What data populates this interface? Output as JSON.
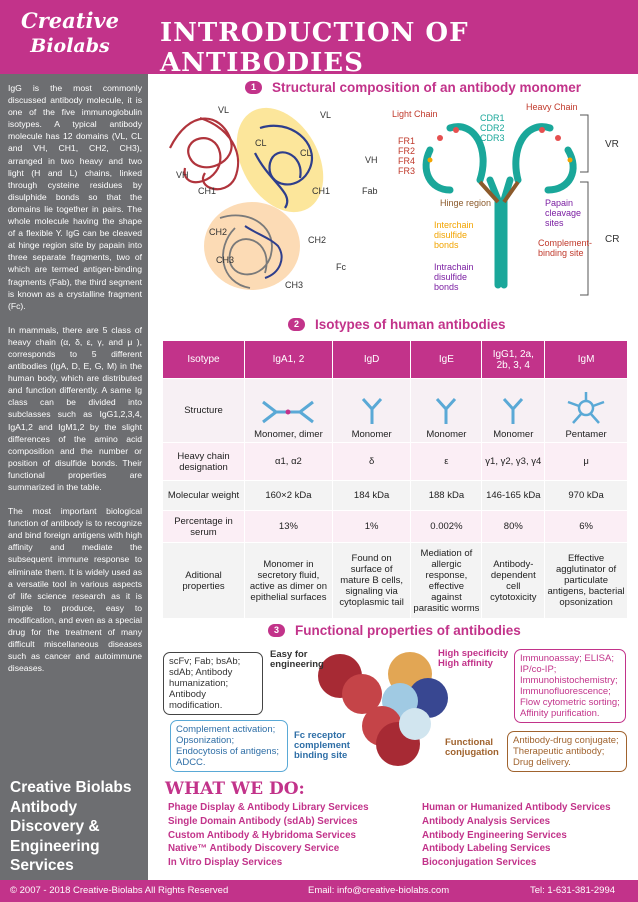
{
  "header": {
    "logo_line1": "Creative",
    "logo_line2": "Biolabs",
    "title": "INTRODUCTION OF ANTIBODIES"
  },
  "sidebar": {
    "paragraphs": [
      "IgG is the most commonly discussed antibody molecule, it is one of the five immunoglobulin isotypes. A typical antibody molecule has 12 domains (VL, CL and VH, CH1, CH2, CH3), arranged in two heavy and two light (H and L) chains, linked through cysteine residues by disulphide bonds so that the domains lie together in pairs. The whole molecule having the shape of a flexible Y. IgG can be cleaved at hinge region site by papain into three separate fragments, two of which are termed antigen-binding fragments (Fab), the third segment is known as a crystalline fragment (Fc).",
      "In mammals, there are 5 class of heavy chain (α, δ, ε, γ, and μ ), corresponds to 5 different antibodies (IgA, D, E, G, M) in the human body, which are distributed and function differently. A same Ig class can be divided into subclasses such as IgG1,2,3,4, IgA1,2 and IgM1,2 by the slight differences of the amino acid composition and the number or position of disulfide bonds. Their functional properties are summarized in the table.",
      "The most important biological function of antibody is to recognize and bind foreign antigens with high affinity and mediate the subsequent immune response to eliminate them. It is widely used as a versatile tool in various aspects of life science research as it is simple to produce, easy to modification, and even as a special drug for the treatment of many difficult miscellaneous diseases such as cancer and autoimmune diseases."
    ],
    "cta": "Creative Biolabs Antibody Discovery & Engineering Services"
  },
  "section1": {
    "number": "1",
    "title": "Structural composition of an antibody monomer",
    "labels": {
      "vl1": "VL",
      "vh1": "VH",
      "cl1": "CL",
      "ch1a": "CH1",
      "vl2": "VL",
      "vh2": "VH",
      "cl2": "CL",
      "ch1b": "CH1",
      "fab": "Fab",
      "ch2a": "CH2",
      "ch2b": "CH2",
      "ch3a": "CH3",
      "ch3b": "CH3",
      "fc": "Fc",
      "light_chain": "Light Chain",
      "heavy_chain": "Heavy Chain",
      "cdr1": "CDR1",
      "cdr2": "CDR2",
      "cdr3": "CDR3",
      "fr1": "FR1",
      "fr2": "FR2",
      "fr4": "FR4",
      "fr3": "FR3",
      "vr": "VR",
      "cr": "CR",
      "hinge": "Hinge region",
      "papain": "Papain cleavage sites",
      "interchain": "Interchain disulfide bonds",
      "complement": "Complement-binding site",
      "intrachain": "Intrachain disulfide bonds"
    }
  },
  "section2": {
    "number": "2",
    "title": "Isotypes of human antibodies",
    "headers": [
      "Isotype",
      "IgA1, 2",
      "IgD",
      "IgE",
      "IgG1, 2a, 2b, 3, 4",
      "IgM"
    ],
    "structure_label": "Structure",
    "structures": [
      "Monomer, dimer",
      "Monomer",
      "Monomer",
      "Monomer",
      "Pentamer"
    ],
    "rows": [
      {
        "label": "Heavy chain designation",
        "values": [
          "α1, α2",
          "δ",
          "ε",
          "γ1, γ2, γ3, γ4",
          "μ"
        ]
      },
      {
        "label": "Molecular weight",
        "values": [
          "160×2 kDa",
          "184 kDa",
          "188 kDa",
          "146-165 kDa",
          "970 kDa"
        ]
      },
      {
        "label": "Percentage in serum",
        "values": [
          "13%",
          "1%",
          "0.002%",
          "80%",
          "6%"
        ]
      },
      {
        "label": "Aditional properties",
        "values": [
          "Monomer in secretory fluid, active as dimer on epithelial surfaces",
          "Found on surface of mature B cells, signaling via cytoplasmic tail",
          "Mediation of allergic response, effective against parasitic worms",
          "Antibody-dependent cell cytotoxicity",
          "Effective agglutinator of particulate antigens, bacterial opsonization"
        ]
      }
    ]
  },
  "section3": {
    "number": "3",
    "title": "Functional properties of antibodies",
    "easy_label": "Easy for engineering",
    "easy_box": "scFv; Fab; bsAb; sdAb; Antibody humanization; Antibody modification.",
    "spec_label": "High specificity High affinity",
    "spec_box": "Immunoassay; ELISA; IP/co-IP; Immunohistochemistry; Immunofluorescence; Flow cytometric sorting; Affinity purification.",
    "fc_label": "Fc receptor complement binding site",
    "fc_box": "Complement activation; Opsonization; Endocytosis of antigens; ADCC.",
    "func_label": "Functional conjugation",
    "func_box": "Antibody-drug conjugate; Therapeutic antibody; Drug delivery."
  },
  "what_we_do": {
    "title": "WHAT WE DO:",
    "left": [
      "Phage Display & Antibody Library Services",
      "Single Domain Antibody (sdAb) Services",
      "Custom Antibody & Hybridoma Services",
      "Native™ Antibody Discovery Service",
      "In Vitro Display Services"
    ],
    "right": [
      "Human or Humanized Antibody Services",
      "Antibody Analysis Services",
      "Antibody Engineering Services",
      "Antibody Labeling Services",
      "Bioconjugation Services"
    ]
  },
  "footer": {
    "copyright": "© 2007 - 2018 Creative-Biolabs All Rights Reserved",
    "email": "Email: info@creative-biolabs.com",
    "tel": "Tel: 1-631-381-2994"
  },
  "colors": {
    "brand": "#c2338a",
    "sidebar": "#6d6e71"
  }
}
